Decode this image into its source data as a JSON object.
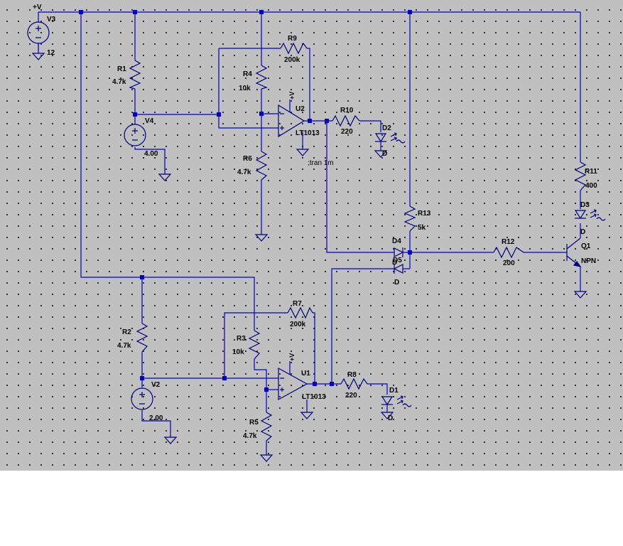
{
  "supply_label": "+V",
  "voltage_sources": [
    {
      "name": "V3",
      "value": "12"
    },
    {
      "name": "V4",
      "value": "4.00"
    },
    {
      "name": "V2",
      "value": "2.00"
    }
  ],
  "resistors": [
    {
      "name": "R1",
      "value": "4.7k"
    },
    {
      "name": "R2",
      "value": "4.7k"
    },
    {
      "name": "R3",
      "value": "10k"
    },
    {
      "name": "R4",
      "value": "10k"
    },
    {
      "name": "R5",
      "value": "4.7k"
    },
    {
      "name": "R6",
      "value": "4.7k"
    },
    {
      "name": "R7",
      "value": "200k"
    },
    {
      "name": "R8",
      "value": "220"
    },
    {
      "name": "R9",
      "value": "200k"
    },
    {
      "name": "R10",
      "value": "220"
    },
    {
      "name": "R11",
      "value": "400"
    },
    {
      "name": "R12",
      "value": "200"
    },
    {
      "name": "R13",
      "value": "5k"
    }
  ],
  "opamps": [
    {
      "name": "U1",
      "model": "LT1013",
      "supply": "+V"
    },
    {
      "name": "U2",
      "model": "LT1013",
      "supply": "+V"
    }
  ],
  "diodes": [
    {
      "name": "D1",
      "model": "D"
    },
    {
      "name": "D2",
      "model": "D"
    },
    {
      "name": "D3",
      "model": "D"
    },
    {
      "name": "D4",
      "model": "D"
    },
    {
      "name": "D5",
      "model": "D"
    }
  ],
  "transistor": {
    "name": "Q1",
    "model": "NPN"
  },
  "directive": ";tran 1m",
  "colors": {
    "background": "#c0c0c0",
    "wire": "#0000cc",
    "component": "#000080",
    "text": "#000000"
  }
}
